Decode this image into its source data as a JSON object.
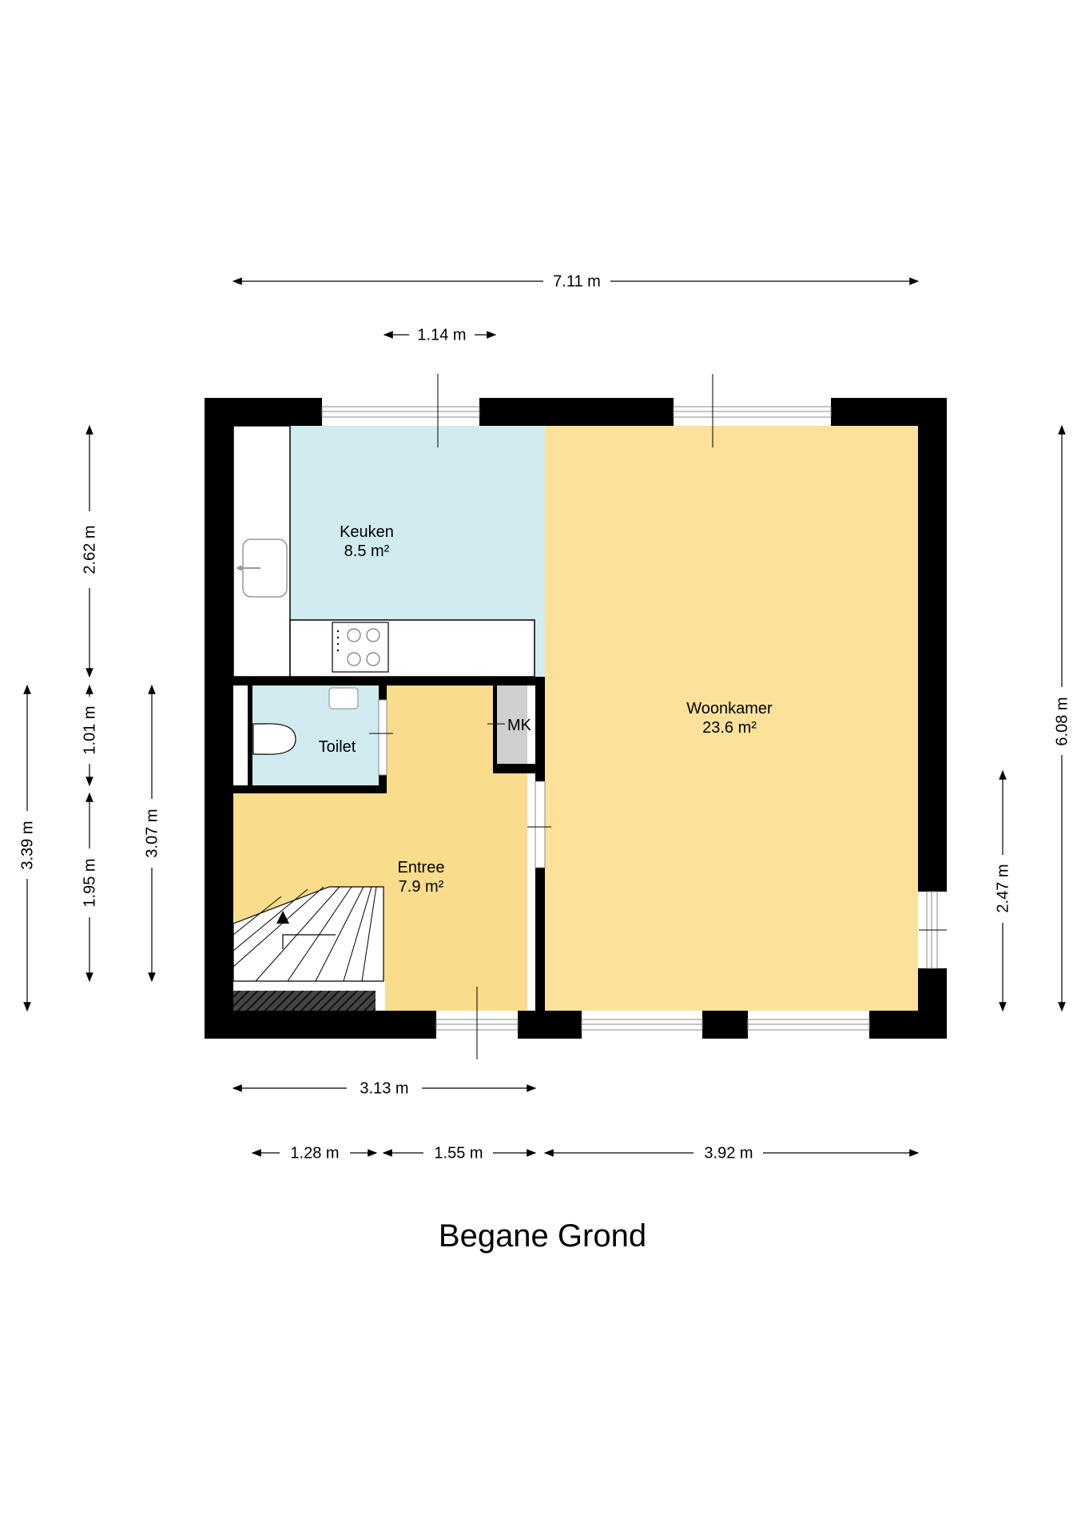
{
  "title": "Begane Grond",
  "rooms": {
    "keuken": {
      "name": "Keuken",
      "area": "8.5 m²"
    },
    "woonkamer": {
      "name": "Woonkamer",
      "area": "23.6 m²"
    },
    "toilet": {
      "name": "Toilet"
    },
    "entree": {
      "name": "Entree",
      "area": "7.9 m²"
    },
    "mk": {
      "name": "MK"
    }
  },
  "dimensions": {
    "top_total": "7.11 m",
    "top_window": "1.14 m",
    "left_keuken": "2.62 m",
    "left_toilet": "1.01 m",
    "left_entree": "1.95 m",
    "left_outer": "3.39 m",
    "left_inner": "3.07 m",
    "right_total": "6.08 m",
    "right_lower": "2.47 m",
    "bottom_entree": "3.13 m",
    "bottom_a": "1.28 m",
    "bottom_b": "1.55 m",
    "bottom_c": "3.92 m"
  },
  "colors": {
    "keuken": "#d0ecf0",
    "woonkamer": "#fce19b",
    "entree": "#f9dc8c",
    "toilet": "#d0ecf0",
    "wall": "#000000",
    "mk": "#cfcfcf"
  }
}
